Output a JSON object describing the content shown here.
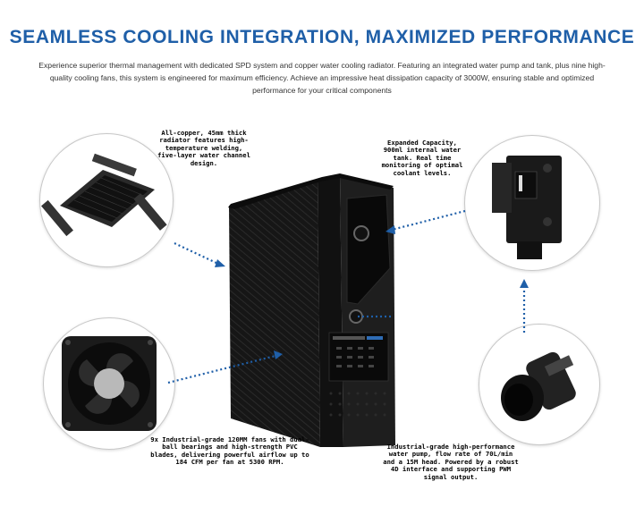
{
  "page": {
    "title": "SEAMLESS COOLING INTEGRATION, MAXIMIZED PERFORMANCE",
    "subtitle": "Experience superior thermal management with dedicated SPD system and copper water cooling radiator. Featuring an integrated water pump and tank, plus nine high-quality cooling fans, this system is engineered for maximum efficiency. Achieve an impressive heat dissipation capacity of 3000W, ensuring stable and optimized performance for your critical components"
  },
  "callouts": {
    "radiator": "All-copper, 45mm thick radiator features high-temperature welding, five-layer water channel design.",
    "tank": "Expanded Capacity, 900ml internal water tank. Real time monitoring of optimal coolant levels.",
    "fans": "9x Industrial-grade 120MM fans with dual-ball bearings and high-strength PVC blades, delivering powerful airflow up to 184 CFM per fan at 5300 RPM.",
    "pump": "Industrial-grade high-performance water pump, flow rate of 70L/min and a 15M head. Powered by a robust 4D interface and supporting PWM signal output."
  },
  "colors": {
    "accent": "#1f5fa8",
    "pointer": "#1f5fa8"
  }
}
